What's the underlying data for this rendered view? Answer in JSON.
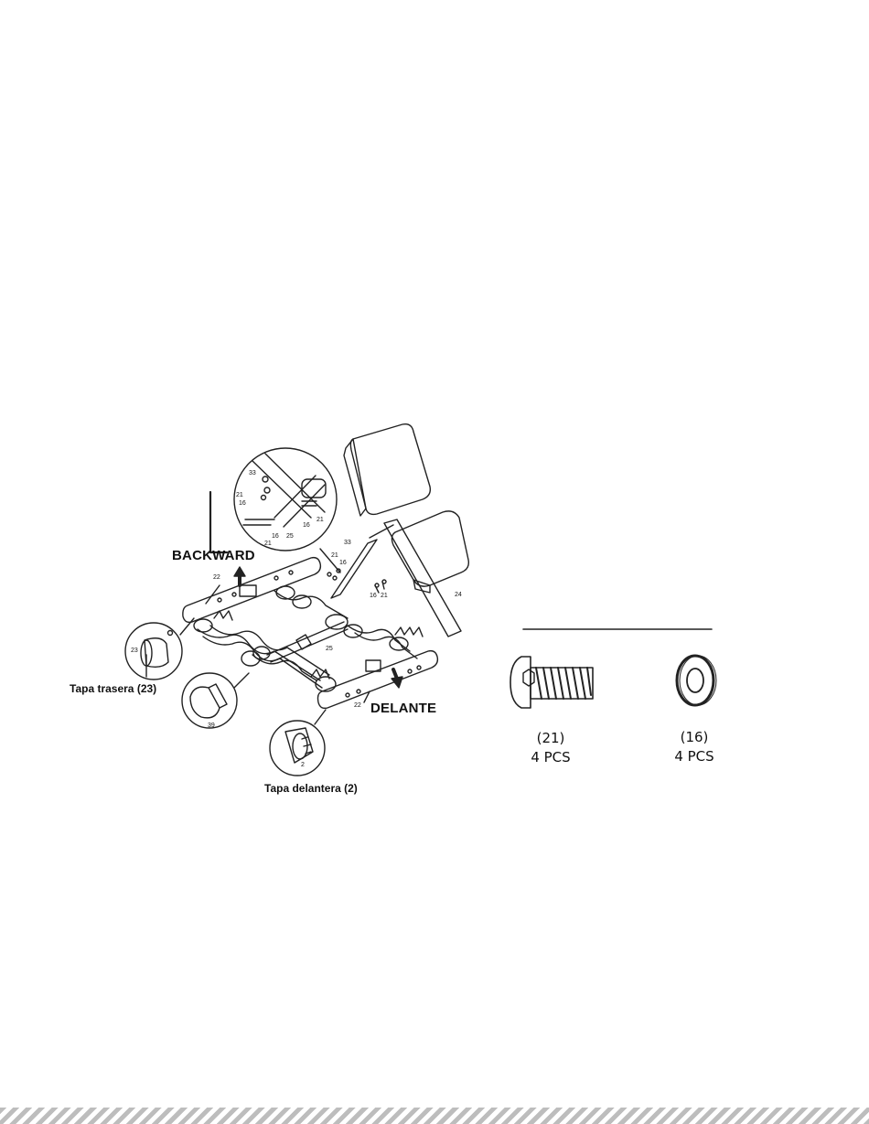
{
  "assembly": {
    "direction_back": "BACKWARD",
    "direction_front": "DELANTE",
    "rear_cap_caption": "Tapa trasera (23)",
    "front_cap_caption": "Tapa delantera (2)",
    "part_numbers": {
      "p33_top": "33",
      "p21_a": "21",
      "p16_a": "16",
      "p16_b": "16",
      "p21_b": "21",
      "p16_c": "16",
      "p25_a": "25",
      "p21_c": "21",
      "p33_main": "33",
      "p21_d": "21",
      "p16_d": "16",
      "p16_e": "16",
      "p21_e": "21",
      "p24": "24",
      "p22_top": "22",
      "p23": "23",
      "p25_b": "25",
      "p39": "39",
      "p22_bottom": "22",
      "p2": "2"
    }
  },
  "hardware": [
    {
      "part": "(21)",
      "qty": "4 PCS",
      "icon": "bolt-icon"
    },
    {
      "part": "(16)",
      "qty": "4 PCS",
      "icon": "washer-icon"
    }
  ]
}
